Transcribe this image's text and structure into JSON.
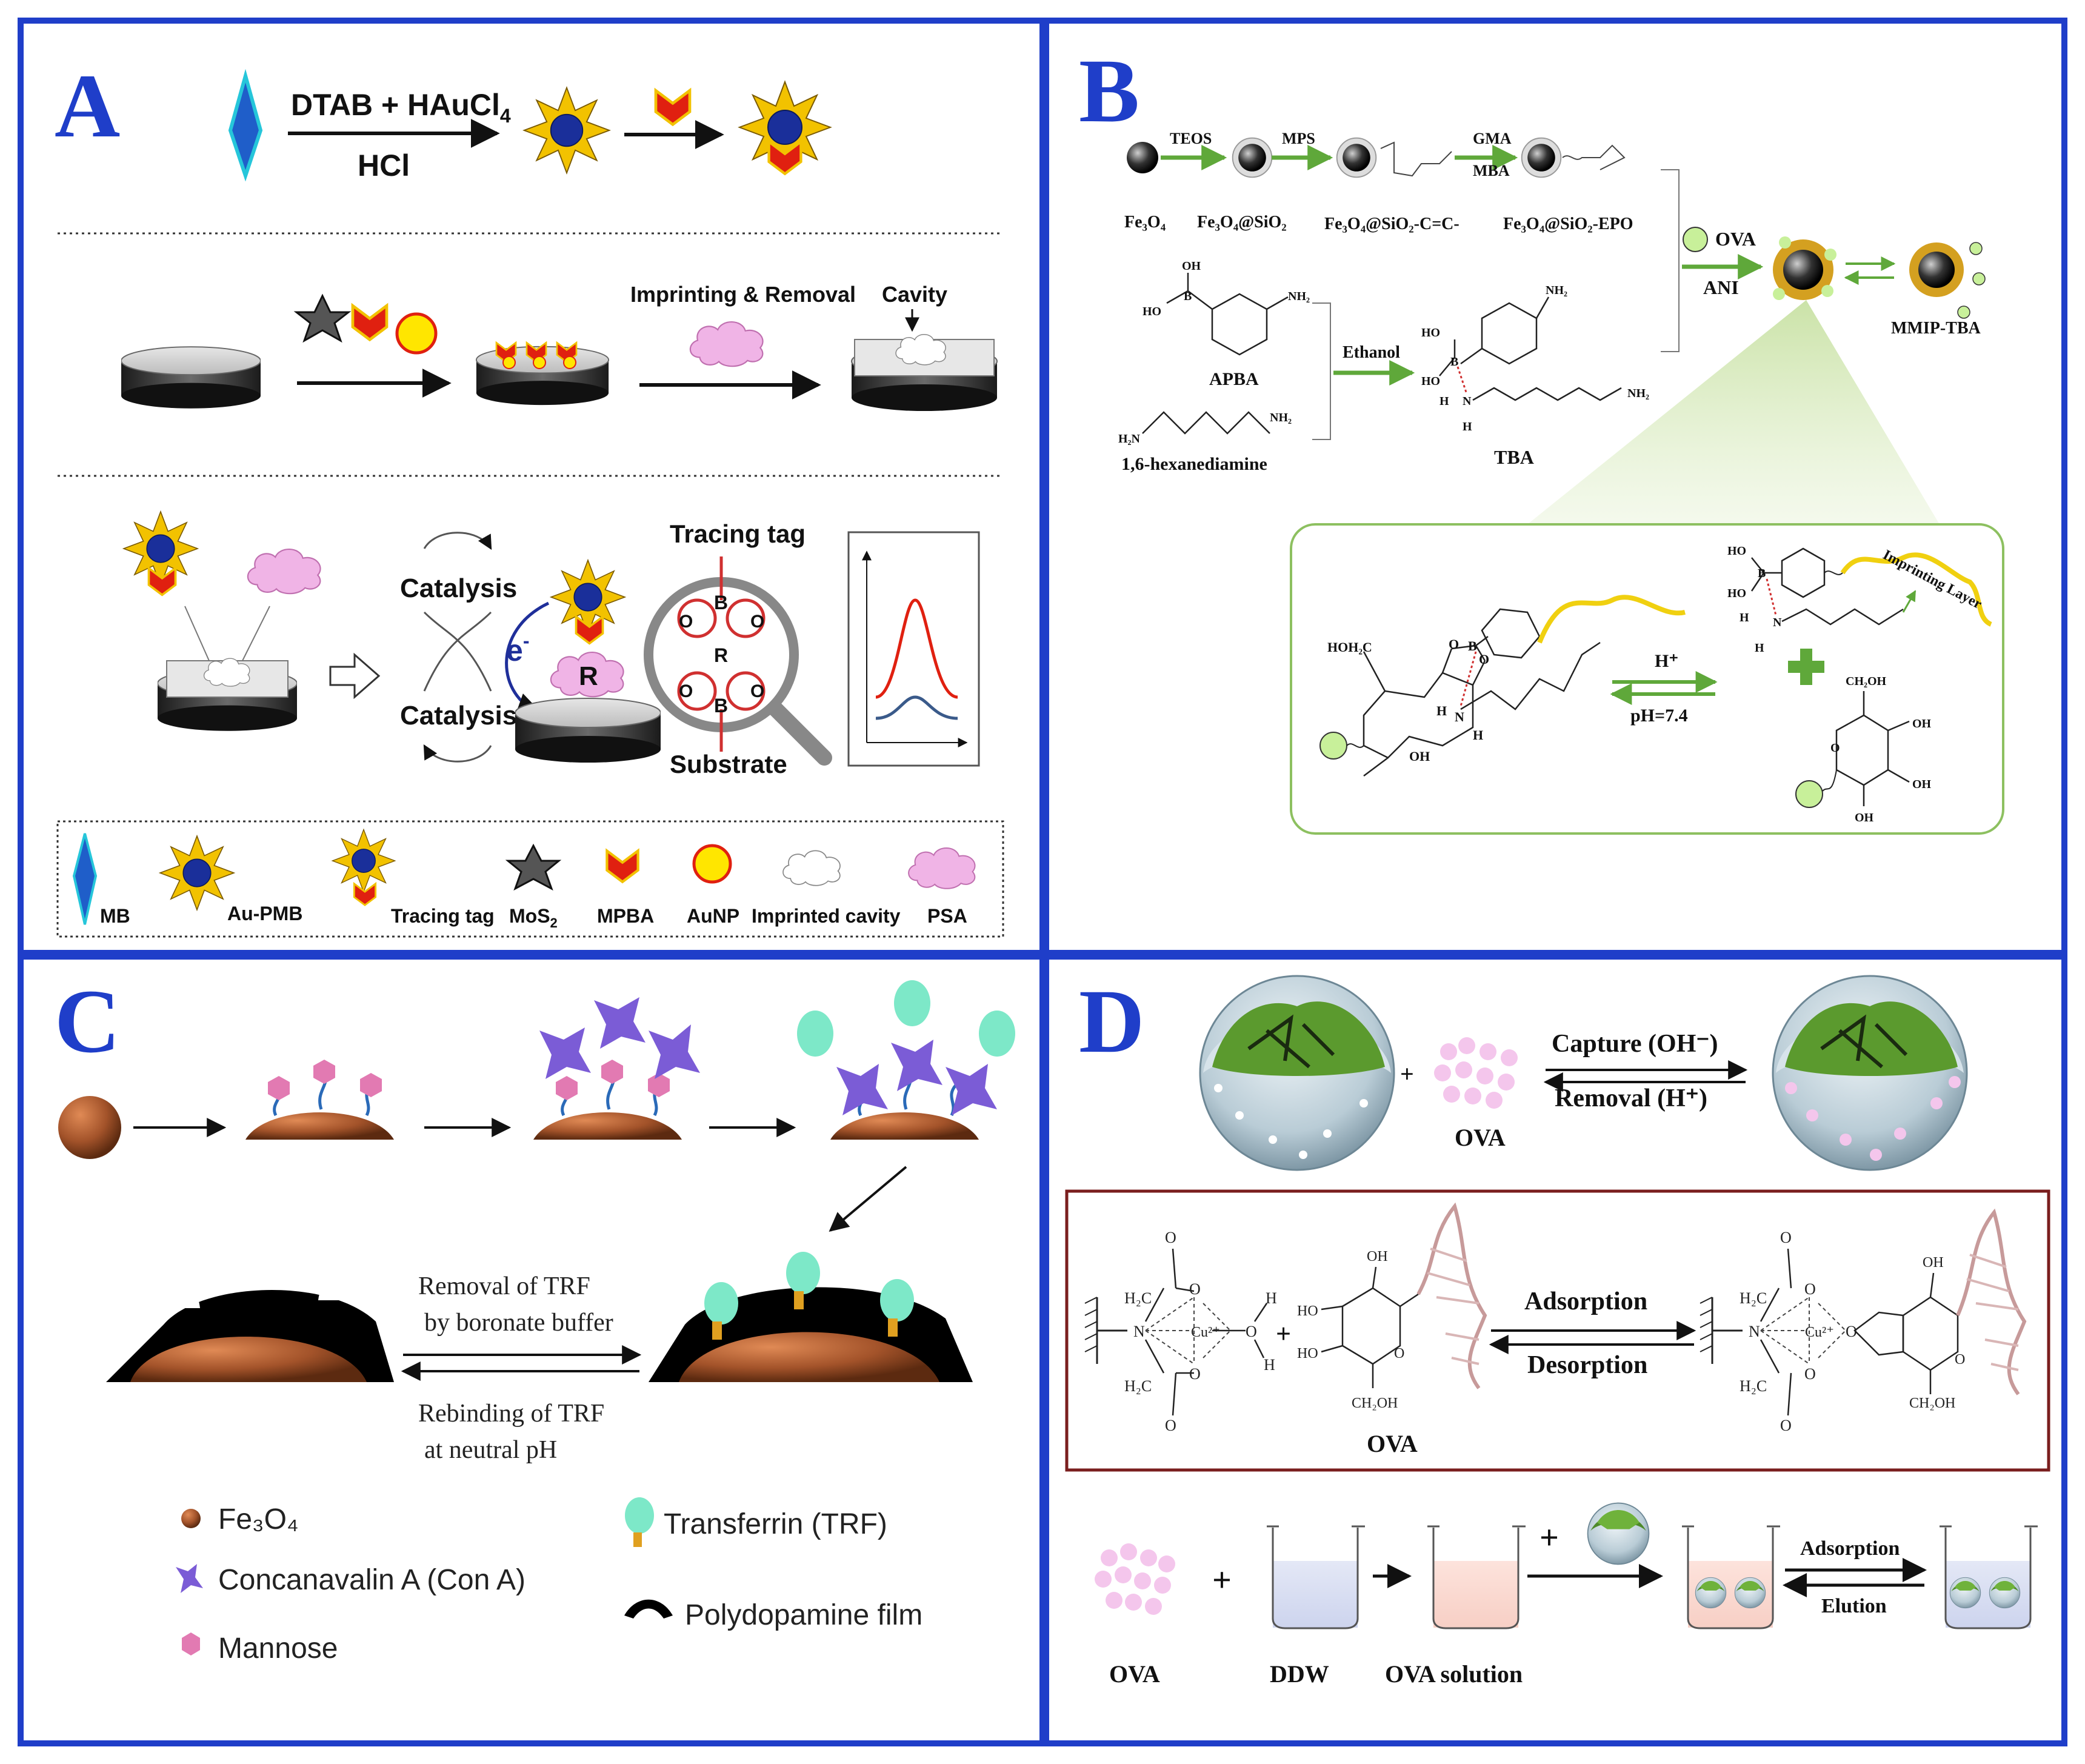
{
  "colors": {
    "panel_border": "#1f3ec9",
    "star_fill": "#f2c200",
    "core_blue": "#1a2f9a",
    "mpba_red": "#e02010",
    "aunp_yellow": "#ffe600",
    "psa_pink": "#f0b4e6",
    "arrow_green": "#5fa83a",
    "fe3o4_brown": "#a3532a",
    "trf_teal": "#7de8c8",
    "cona_purple": "#7b5cd6",
    "mannose_pink": "#e27ab2",
    "ova_pink": "#f4c6ec",
    "maroon_box": "#7a1e1e"
  },
  "panel_a": {
    "letter": "A",
    "reagent_top": "DTAB + HAuCl",
    "reagent_top_sub": "4",
    "reagent_bottom": "HCl",
    "imprinting_label": "Imprinting & Removal",
    "cavity_label": "Cavity",
    "catalysis_top": "Catalysis",
    "catalysis_bottom": "Catalysis",
    "electron": "e",
    "electron_sup": "-",
    "analyte_letter": "R",
    "tracing_tag": "Tracing tag",
    "substrate": "Substrate",
    "ring_boron": "B",
    "ring_oxygen": "O",
    "ring_center": "R",
    "legend": {
      "mb": "MB",
      "au_pmb": "Au-PMB",
      "tracing_tag": "Tracing tag",
      "mos2": "MoS",
      "mos2_sub": "2",
      "mpba": "MPBA",
      "aunp": "AuNP",
      "imprinted_cavity": "Imprinted cavity",
      "psa": "PSA"
    }
  },
  "panel_b": {
    "letter": "B",
    "step_teos": "TEOS",
    "step_mps": "MPS",
    "step_gma": "GMA",
    "step_mba": "MBA",
    "fe3o4": "Fe₃O₄",
    "fe3o4_sio2": "Fe₃O₄@SiO₂",
    "fe3o4_sio2_cc": "Fe₃O₄@SiO₂-C=C-",
    "fe3o4_sio2_epo": "Fe₃O₄@SiO₂-EPO",
    "apba": "APBA",
    "hexanediamine": "1,6-hexanediamine",
    "ethanol": "Ethanol",
    "tba": "TBA",
    "ova": "OVA",
    "ani": "ANI",
    "mmip": "MMIP-TBA",
    "h_plus": "H⁺",
    "ph": "pH=7.4",
    "imprinting_layer": "Imprinting Layer",
    "atoms": {
      "oh": "OH",
      "ho": "HO",
      "nh2": "NH₂",
      "h2n": "H₂N",
      "b": "B",
      "n": "N",
      "h": "H",
      "o": "O",
      "hoh2c": "HOH₂C",
      "ch2oh": "CH₂OH"
    }
  },
  "panel_c": {
    "letter": "C",
    "removal_line1": "Removal of TRF",
    "removal_line2": "by boronate buffer",
    "rebinding_line1": "Rebinding of TRF",
    "rebinding_line2": "at neutral pH",
    "legend": {
      "fe3o4": "Fe₃O₄",
      "cona": "Concanavalin A (Con A)",
      "mannose": "Mannose",
      "trf": "Transferrin (TRF)",
      "pda": "Polydopamine film"
    }
  },
  "panel_d": {
    "letter": "D",
    "capture": "Capture (OH⁻)",
    "removal": "Removal (H⁺)",
    "ova_top": "OVA",
    "adsorption_mid": "Adsorption",
    "desorption_mid": "Desorption",
    "ova_mid": "OVA",
    "cu": "Cu²⁺",
    "ova_bottom": "OVA",
    "ddw": "DDW",
    "ova_solution": "OVA solution",
    "adsorption_bottom": "Adsorption",
    "elution": "Elution",
    "atoms": {
      "h2c": "H₂C",
      "n": "N",
      "o": "O",
      "h": "H",
      "oh": "OH",
      "ho": "HO",
      "ch2oh": "CH₂OH",
      "oh_typo": "OH"
    }
  }
}
